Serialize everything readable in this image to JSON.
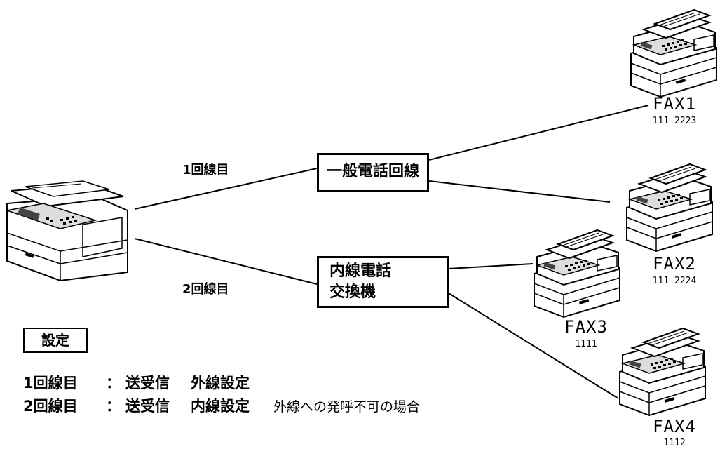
{
  "boxes": {
    "public_line": "一般電話回線",
    "pbx_line1": "内線電話",
    "pbx_line2": "交換機"
  },
  "line_labels": {
    "line1": "1回線目",
    "line2": "2回線目"
  },
  "faxes": [
    {
      "name": "FAX1",
      "number": "111-2223"
    },
    {
      "name": "FAX2",
      "number": "111-2224"
    },
    {
      "name": "FAX3",
      "number": "1111"
    },
    {
      "name": "FAX4",
      "number": "1112"
    }
  ],
  "settings": {
    "title": "設定",
    "rows": [
      {
        "line": "1回線目",
        "colon": "：",
        "mode": "送受信",
        "type": "外線設定",
        "note": ""
      },
      {
        "line": "2回線目",
        "colon": "：",
        "mode": "送受信",
        "type": "内線設定",
        "note": "外線への発呼不可の場合"
      }
    ]
  },
  "icons": [
    "multifunction-printer-icon",
    "fax-machine-icon"
  ]
}
